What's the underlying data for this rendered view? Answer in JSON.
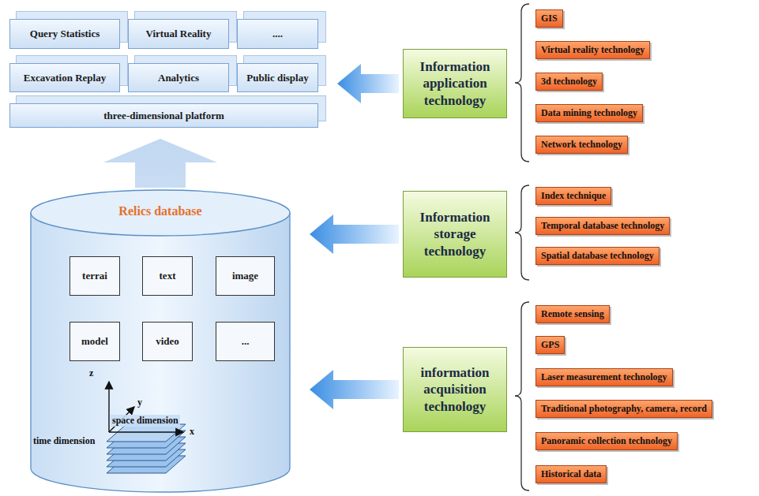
{
  "diagram": {
    "nodes": [
      {
        "text": [
          "Query Statistics"
        ]
      },
      {
        "text": [
          "Virtual Reality"
        ]
      },
      {
        "text": [
          "...."
        ]
      },
      {
        "text": [
          "Excavation Replay"
        ]
      },
      {
        "text": [
          "Analytics"
        ]
      },
      {
        "text": [
          "Public display"
        ]
      },
      {
        "text": [
          "three-dimensional platform"
        ]
      },
      {
        "text": [
          "Information application technology"
        ]
      },
      {
        "text": [
          "GIS"
        ]
      },
      {
        "text": [
          "Virtual reality technology"
        ]
      },
      {
        "text": [
          "3d technology"
        ]
      },
      {
        "text": [
          "Data mining technology"
        ]
      },
      {
        "text": [
          "Network technology"
        ]
      },
      {
        "text": [
          "Relics database"
        ]
      },
      {
        "text": [
          "terrai"
        ],
        "in": 13
      },
      {
        "text": [
          "text"
        ],
        "in": 13
      },
      {
        "text": [
          "image"
        ],
        "in": 13
      },
      {
        "text": [
          "model"
        ],
        "in": 13
      },
      {
        "text": [
          "video"
        ],
        "in": 13
      },
      {
        "text": [
          "..."
        ],
        "in": 13
      },
      {
        "text": [
          "Information storage technology"
        ]
      },
      {
        "text": [
          "Index technique"
        ]
      },
      {
        "text": [
          "Temporal database technology"
        ]
      },
      {
        "text": [
          "Spatial database technology"
        ]
      },
      {
        "text": [
          "information acquisition technology"
        ]
      },
      {
        "text": [
          "Remote sensing"
        ]
      },
      {
        "text": [
          "GPS"
        ]
      },
      {
        "text": [
          "Laser measurement technology"
        ]
      },
      {
        "text": [
          "Traditional photography, camera, record"
        ]
      },
      {
        "text": [
          "Panoramic collection technology"
        ]
      },
      {
        "text": [
          "Historical data"
        ]
      }
    ],
    "edges": [
      {
        "from": 7,
        "to": 6,
        "arrow": "to"
      },
      {
        "from": 13,
        "to": 6,
        "arrow": "to"
      },
      {
        "from": 20,
        "to": 13,
        "arrow": "to"
      },
      {
        "from": 24,
        "to": 13,
        "arrow": "to"
      }
    ],
    "labels": [
      "z",
      "y",
      "x",
      "space dimension",
      "time dimension"
    ]
  }
}
